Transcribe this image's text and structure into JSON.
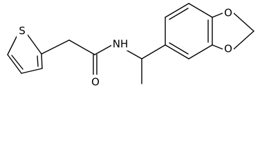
{
  "molecule": {
    "atoms": {
      "sulfur": "S",
      "carbonyl_oxygen": "O",
      "amide_nitrogen": "NH",
      "dioxole_oxygen_top": "O",
      "dioxole_oxygen_bottom": "O"
    }
  }
}
